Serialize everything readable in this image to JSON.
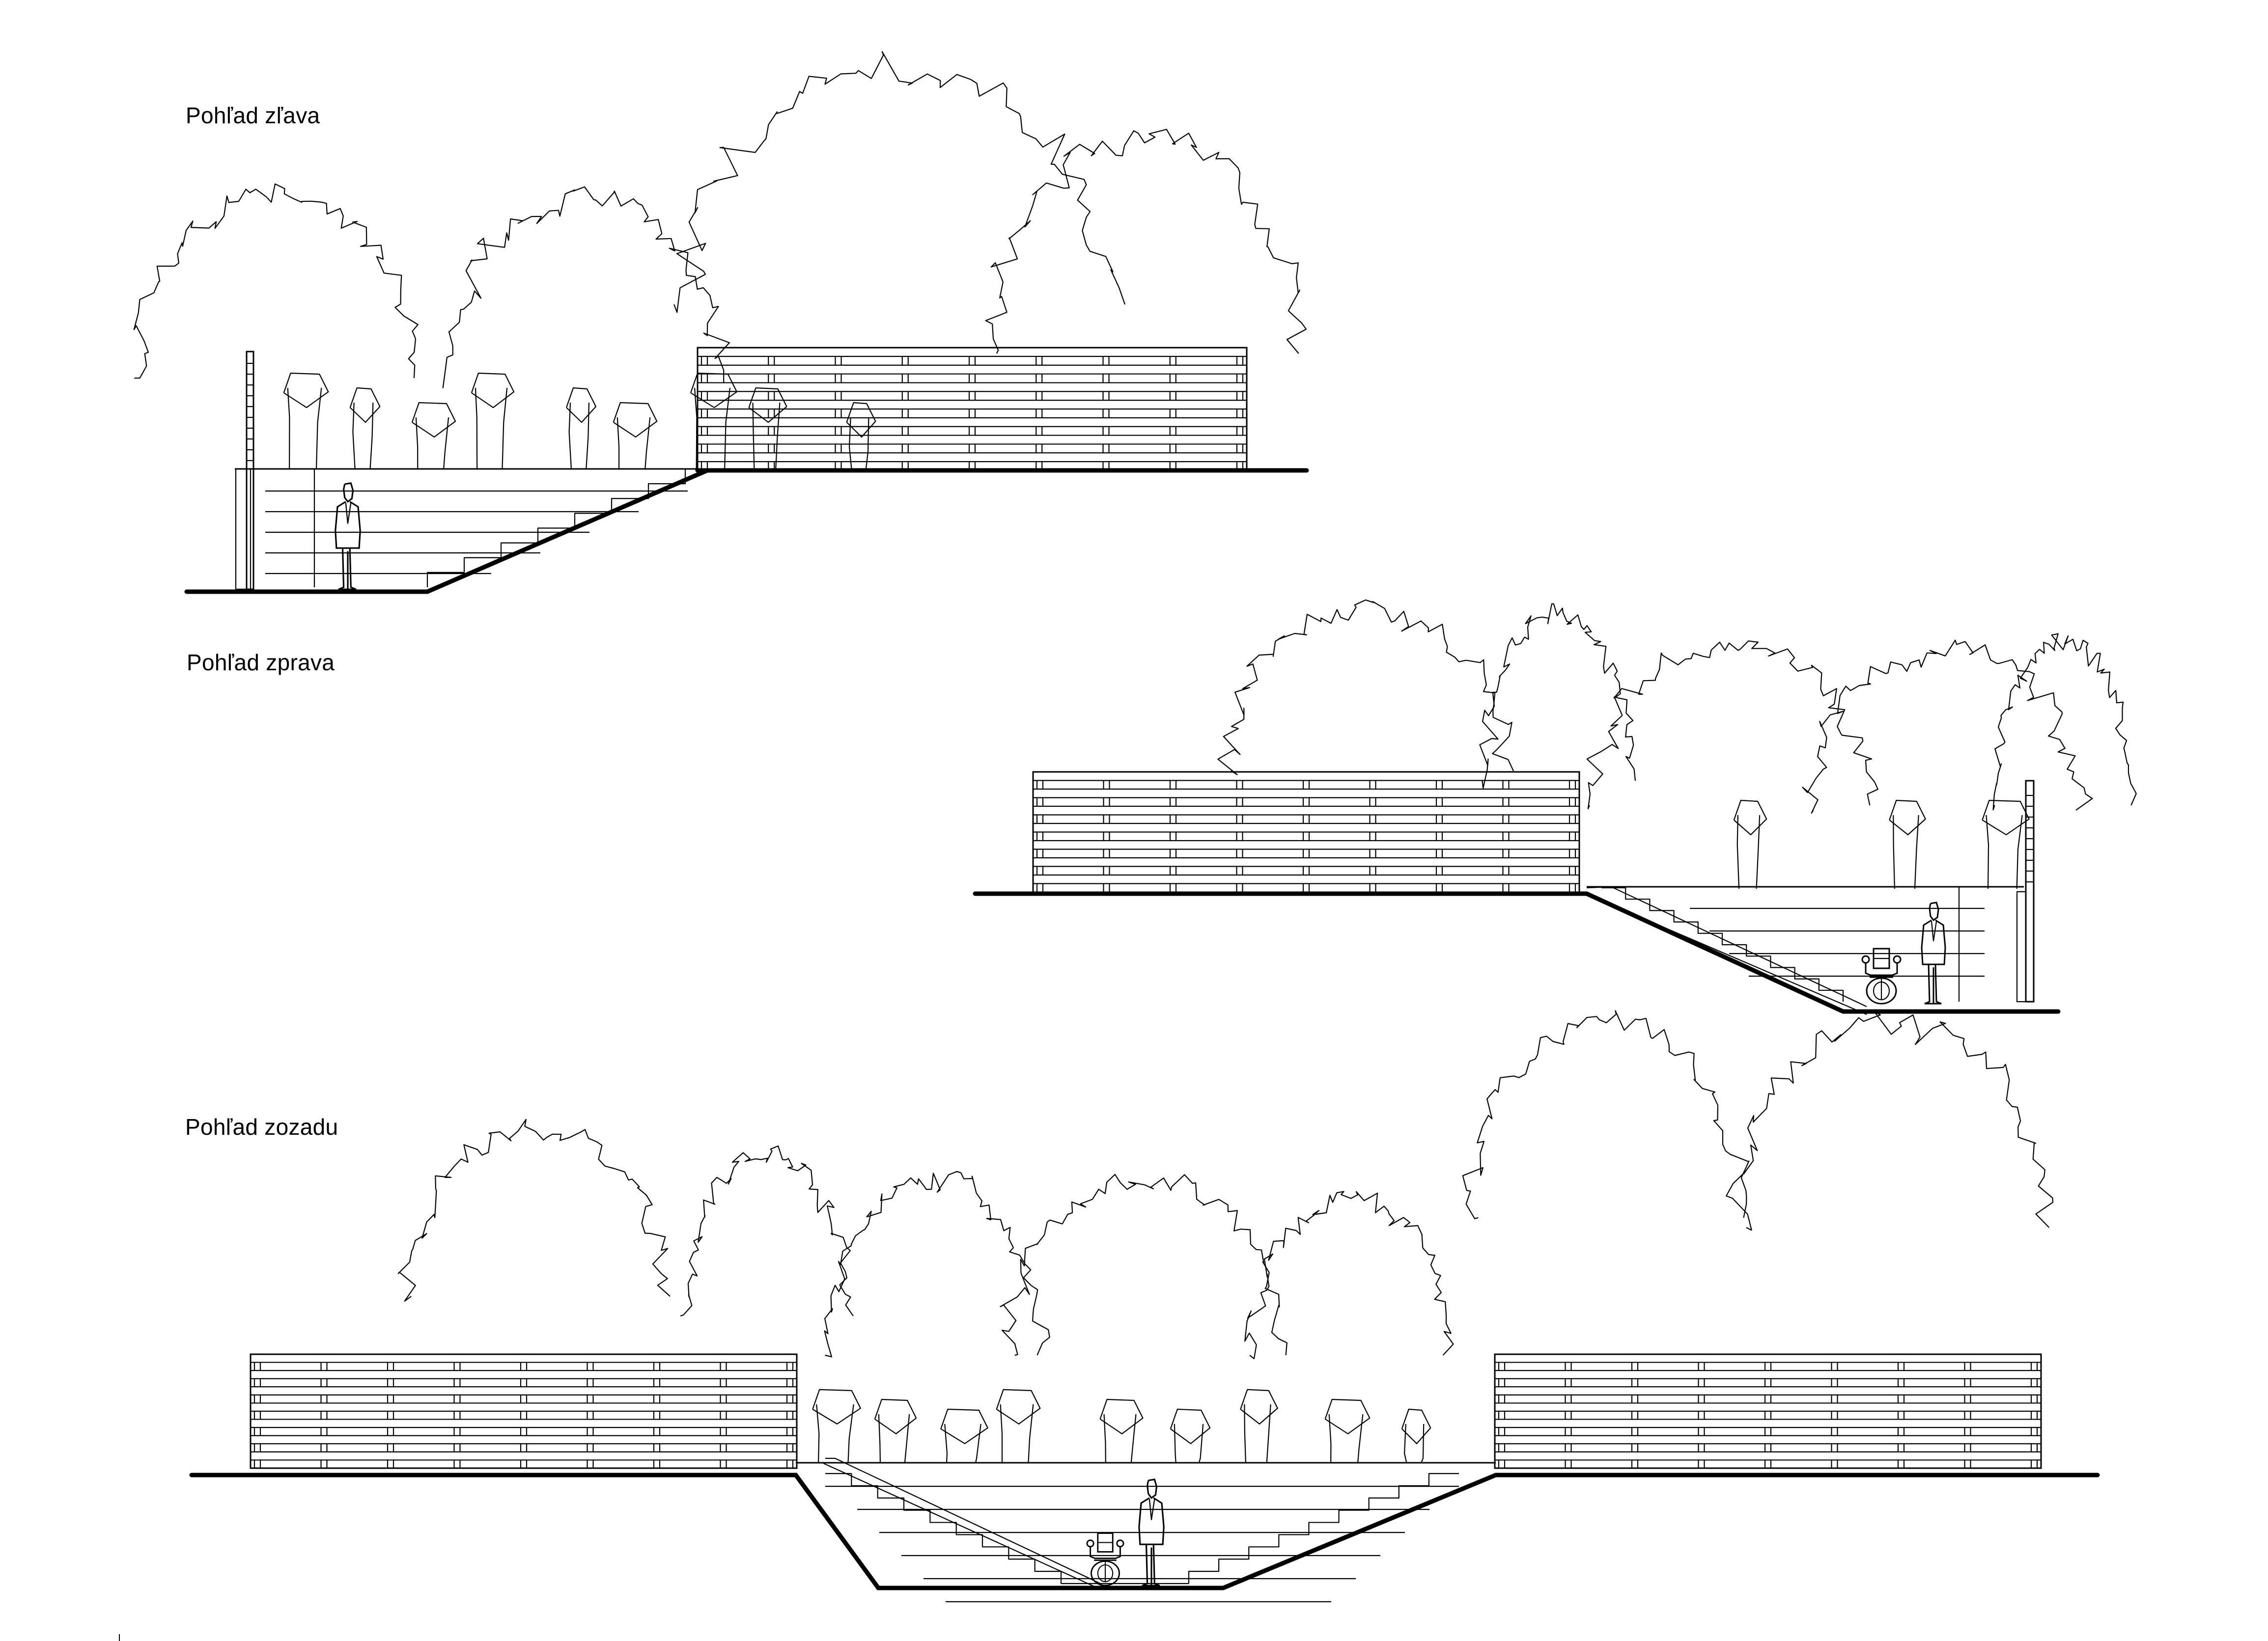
{
  "drawing": {
    "type": "architectural elevations",
    "line_color": "#000000",
    "background": "#ffffff"
  },
  "views": [
    {
      "id": "left",
      "label": "Pohľad zľava",
      "elements": [
        "tree canopy outlines",
        "slatted wall",
        "retaining wall with ladder",
        "terraced steps",
        "standing person"
      ]
    },
    {
      "id": "right",
      "label": "Pohľad zprava",
      "elements": [
        "tree canopy outlines",
        "slatted wall",
        "stair ramp",
        "wheelchair",
        "standing person",
        "retaining wall"
      ]
    },
    {
      "id": "back",
      "label": "Pohľad zozadu",
      "elements": [
        "tree canopy outlines",
        "two slatted walls",
        "sunken amphitheatre steps",
        "ramp",
        "wheelchair",
        "standing person"
      ]
    }
  ]
}
